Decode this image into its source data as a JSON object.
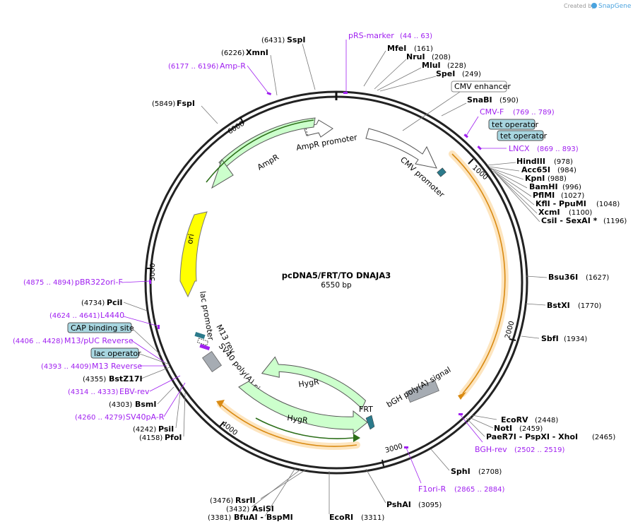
{
  "plasmid": {
    "name": "pcDNA5/FRT/TO DNAJA3",
    "size": "6550 bp"
  },
  "brand": {
    "prefix": "Created by",
    "name": "SnapGene"
  },
  "ticks": [
    "1000",
    "2000",
    "3000",
    "4000",
    "5000",
    "6000"
  ],
  "colors": {
    "backbone": "#222222",
    "orf": "#ffa733",
    "orf_fill": "#fde5bf",
    "resistance": "#ccffcc",
    "resistance_line": "#2d6f1a",
    "ori": "#ffff00",
    "promoter": "#ffffff",
    "polya": "#a6acb3",
    "operator": "#4fa0b0",
    "primer": "#a020f0",
    "frt": "#2b7a8b"
  },
  "sites": [
    {
      "name": "SspI",
      "pos": "(6431)"
    },
    {
      "name": "XmnI",
      "pos": "(6226)"
    },
    {
      "name": "FspI",
      "pos": "(5849)"
    },
    {
      "name": "MfeI",
      "pos": "(161)"
    },
    {
      "name": "NruI",
      "pos": "(208)"
    },
    {
      "name": "MluI",
      "pos": "(228)"
    },
    {
      "name": "SpeI",
      "pos": "(249)"
    },
    {
      "name": "SnaBI",
      "pos": "(590)"
    },
    {
      "name": "HindIII",
      "pos": "(978)"
    },
    {
      "name": "Acc65I",
      "pos": "(984)"
    },
    {
      "name": "KpnI",
      "pos": "(988)"
    },
    {
      "name": "BamHI",
      "pos": "(996)"
    },
    {
      "name": "PflMI",
      "pos": "(1027)"
    },
    {
      "name": "KflI  - PpuMI",
      "pos": "(1048)"
    },
    {
      "name": "XcmI",
      "pos": "(1100)"
    },
    {
      "name": "CsiI  - SexAI *",
      "pos": "(1196)"
    },
    {
      "name": "Bsu36I",
      "pos": "(1627)"
    },
    {
      "name": "BstXI",
      "pos": "(1770)"
    },
    {
      "name": "SbfI",
      "pos": "(1934)"
    },
    {
      "name": "EcoRV",
      "pos": "(2448)"
    },
    {
      "name": "NotI",
      "pos": "(2459)"
    },
    {
      "name": "PaeR7I  - PspXI  - XhoI",
      "pos": "(2465)"
    },
    {
      "name": "SphI",
      "pos": "(2708)"
    },
    {
      "name": "PshAI",
      "pos": "(3095)"
    },
    {
      "name": "EcoRI",
      "pos": "(3311)"
    },
    {
      "name": "RsrII",
      "pos": "(3476)"
    },
    {
      "name": "AsiSI",
      "pos": "(3432)"
    },
    {
      "name": "BfuAI  - BspMI",
      "pos": "(3381)"
    },
    {
      "name": "PciI",
      "pos": "(4734)"
    },
    {
      "name": "BstZ17I",
      "pos": "(4355)"
    },
    {
      "name": "BsmI",
      "pos": "(4303)"
    },
    {
      "name": "PsiI",
      "pos": "(4242)"
    },
    {
      "name": "PfoI",
      "pos": "(4158)"
    }
  ],
  "primers": [
    {
      "name": "pRS-marker",
      "pos": "(44 .. 63)"
    },
    {
      "name": "Amp-R",
      "pos": "(6177 .. 6196)"
    },
    {
      "name": "CMV-F",
      "pos": "(769 .. 789)"
    },
    {
      "name": "LNCX",
      "pos": "(869 .. 893)"
    },
    {
      "name": "pBR322ori-F",
      "pos": "(4875 .. 4894)"
    },
    {
      "name": "L4440",
      "pos": "(4624 .. 4641)"
    },
    {
      "name": "M13/pUC Reverse",
      "pos": "(4406 .. 4428)"
    },
    {
      "name": "M13 Reverse",
      "pos": "(4393 .. 4409)"
    },
    {
      "name": "EBV-rev",
      "pos": "(4314 .. 4333)"
    },
    {
      "name": "SV40pA-R",
      "pos": "(4260 .. 4279)"
    },
    {
      "name": "BGH-rev",
      "pos": "(2502 .. 2519)"
    },
    {
      "name": "F1ori-R",
      "pos": "(2865 .. 2884)"
    }
  ],
  "boxed_features": [
    {
      "name": "CMV enhancer"
    },
    {
      "name": "tet operator"
    },
    {
      "name": "tet operator"
    },
    {
      "name": "CAP binding site"
    },
    {
      "name": "lac operator"
    }
  ],
  "features": {
    "amp_promoter": "AmpR promoter",
    "ampr": "AmpR",
    "cmv_promoter": "CMV promoter",
    "ori": "ori",
    "lac_promoter": "lac promoter",
    "m13_rev": "M13 rev",
    "sv40_polya": "SV40 poly(A) signal",
    "hygr_inner": "HygR",
    "hygr_outer": "HygR",
    "bgh_polya": "bGH poly(A) signal",
    "frt": "FRT"
  }
}
